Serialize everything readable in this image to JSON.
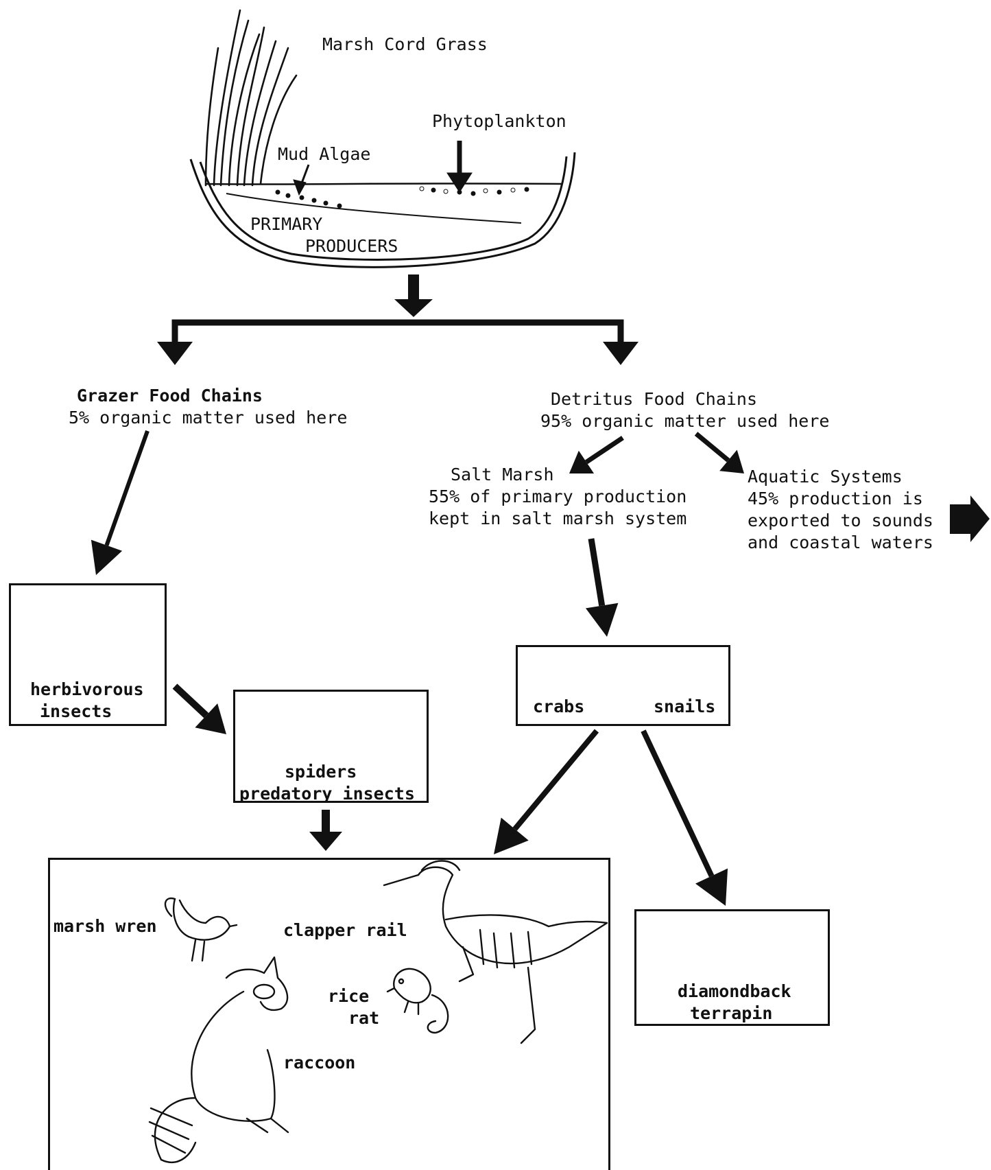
{
  "producers": {
    "marsh_cord_grass": "Marsh Cord Grass",
    "phytoplankton": "Phytoplankton",
    "mud_algae": "Mud Algae",
    "primary": "PRIMARY",
    "producers": "PRODUCERS"
  },
  "grazer": {
    "title": "Grazer Food Chains",
    "subtitle": "5% organic matter used here"
  },
  "detritus": {
    "title": "Detritus Food Chains",
    "subtitle": "95% organic matter used here"
  },
  "salt_marsh": {
    "title": "Salt Marsh",
    "line1": "55% of primary production",
    "line2": "kept in salt marsh system"
  },
  "aquatic": {
    "title": "Aquatic Systems",
    "line1": "45% production is",
    "line2": "exported to sounds",
    "line3": "and coastal waters"
  },
  "boxes": {
    "herbivorous_line1": "herbivorous",
    "herbivorous_line2": "insects",
    "spiders_line1": "spiders",
    "spiders_line2": "predatory insects",
    "crabs": "crabs",
    "snails": "snails",
    "marsh_wren": "marsh wren",
    "clapper_rail": "clapper rail",
    "rice": "rice",
    "rat": "rat",
    "raccoon": "raccoon",
    "terrapin_line1": "diamondback",
    "terrapin_line2": "terrapin"
  }
}
